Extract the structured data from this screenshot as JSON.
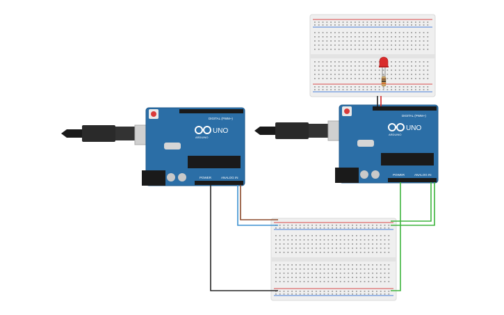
{
  "boards": [
    {
      "id": "left-uno",
      "logo_text": "UNO",
      "brand_text": "ARDUINO",
      "digital_label": "DIGITAL (PWM~)",
      "power_label": "POWER",
      "analog_label": "ANALOG IN"
    },
    {
      "id": "right-uno",
      "logo_text": "UNO",
      "brand_text": "ARDUINO",
      "digital_label": "DIGITAL (PWM~)",
      "power_label": "POWER",
      "analog_label": "ANALOG IN"
    }
  ],
  "components": {
    "led": {
      "color": "#d92b2b"
    },
    "resistor": {
      "color": "#c9a66b"
    }
  },
  "colors": {
    "board": "#2b6ea6",
    "board_dark": "#1f5a8c",
    "breadboard": "#eeeeee",
    "rail_red": "#d94a4a",
    "rail_blue": "#4a7fd9",
    "wire_black": "#222222",
    "wire_brown": "#8b4a2b",
    "wire_blue": "#3a8fd0",
    "wire_green": "#3cb43c",
    "wire_red": "#d02020"
  }
}
